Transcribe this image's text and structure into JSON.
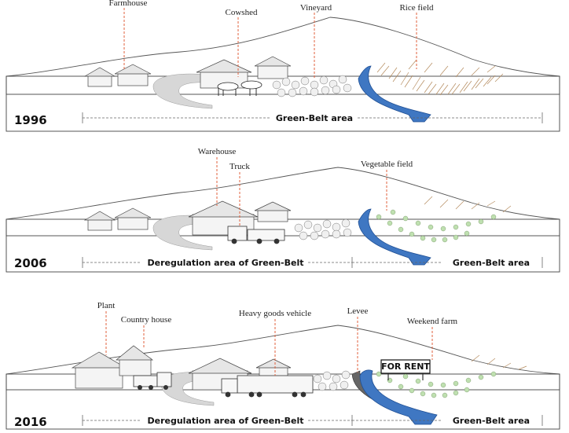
{
  "panels": [
    {
      "year": "1996",
      "zones": [
        "Green-Belt area"
      ],
      "callouts": [
        "Farmhouse",
        "Cowshed",
        "Vineyard",
        "Rice field"
      ]
    },
    {
      "year": "2006",
      "zones": [
        "Deregulation area of Green-Belt",
        "Green-Belt area"
      ],
      "callouts": [
        "Warehouse",
        "Truck",
        "Vegetable field"
      ]
    },
    {
      "year": "2016",
      "zones": [
        "Deregulation area of Green-Belt",
        "Green-Belt area"
      ],
      "callouts": [
        "Plant",
        "Country house",
        "Heavy goods vehicle",
        "Levee",
        "Weekend farm"
      ],
      "sign": "FOR RENT"
    }
  ],
  "colors": {
    "leader": "#e0603c",
    "water": "#3f77c2",
    "rice": "#b48a5c",
    "vegetable": "#bfe0b0"
  }
}
